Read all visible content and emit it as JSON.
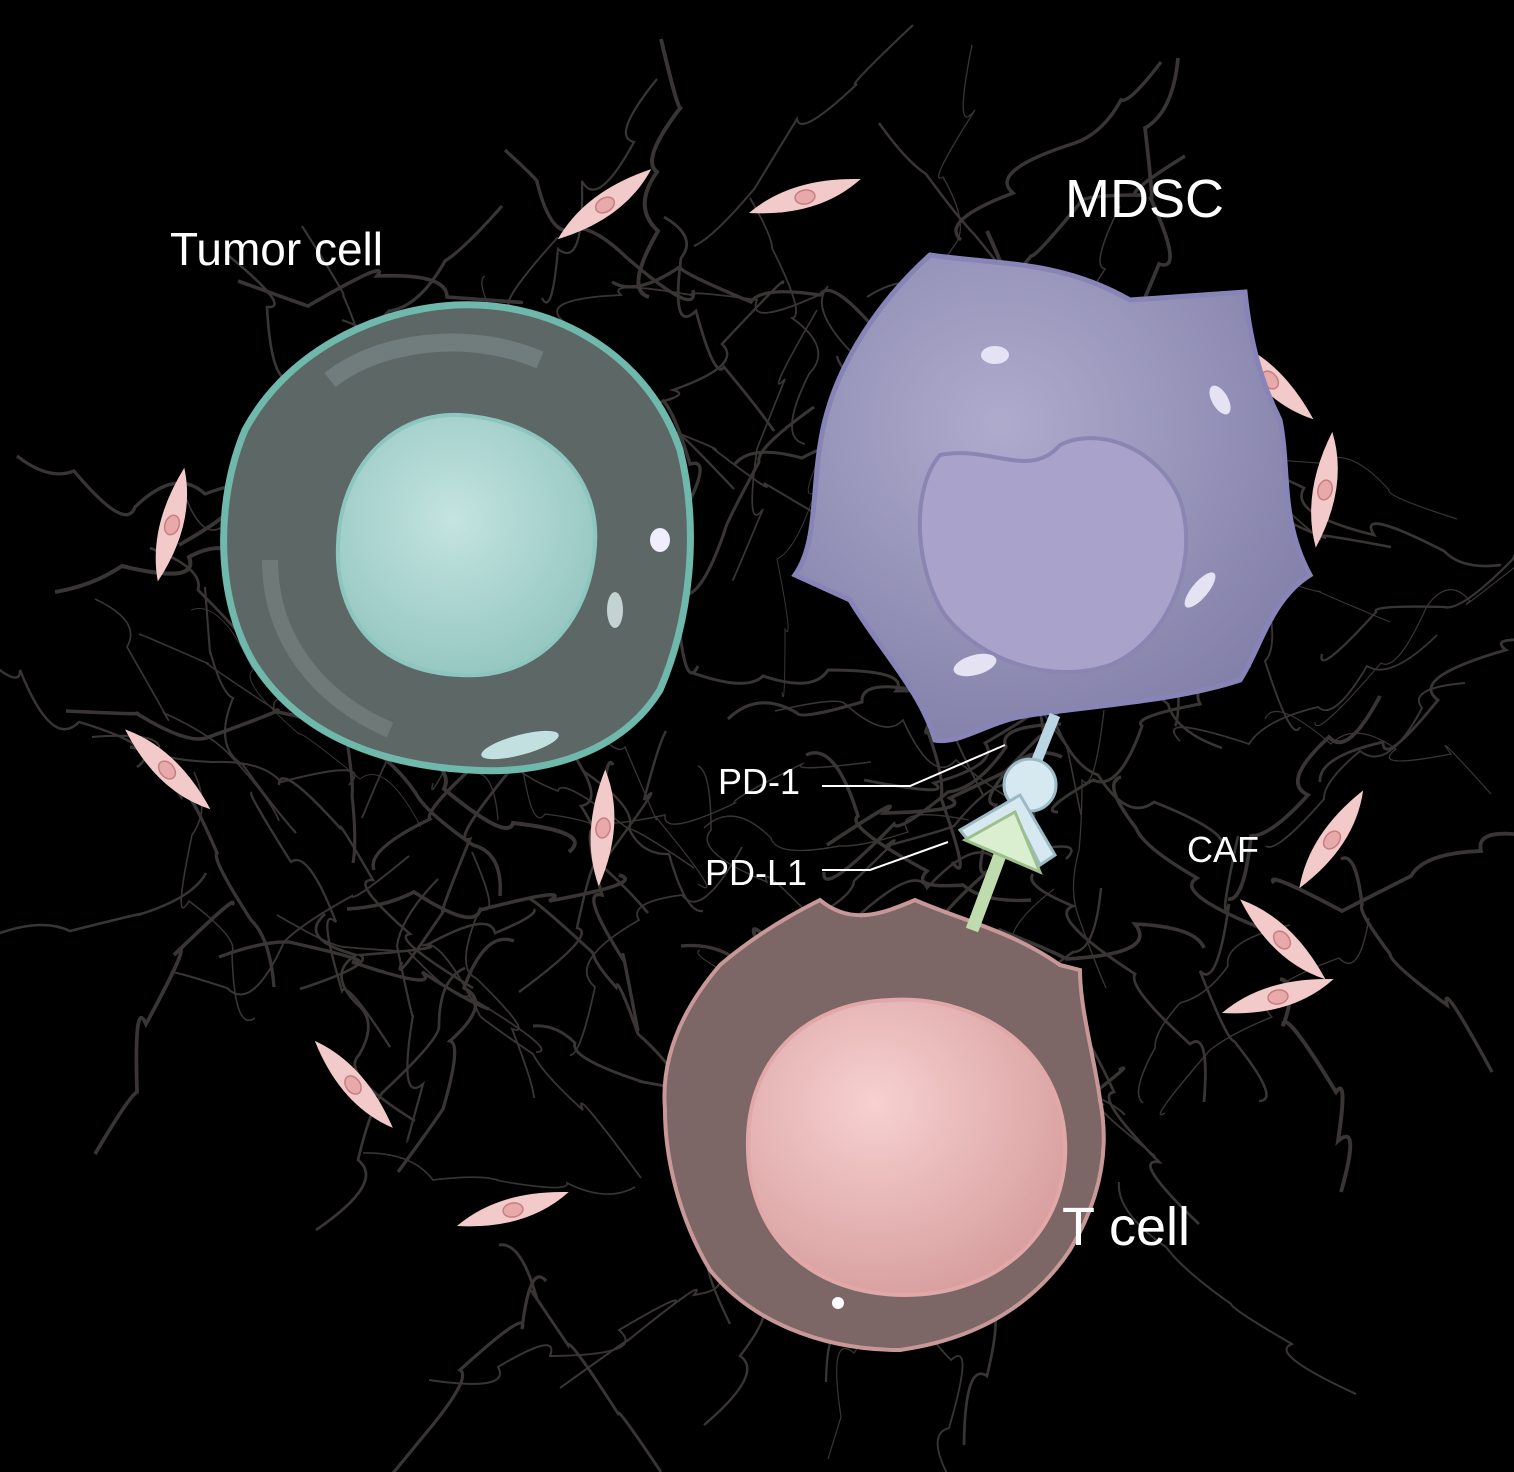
{
  "labels": {
    "tumor_cell": "Tumor cell",
    "mdsc": "MDSC",
    "pd1": "PD-1",
    "pdl1": "PD-L1",
    "caf": "CAF",
    "t_cell": "T cell"
  },
  "colors": {
    "background": "#000000",
    "tumor_membrane": "#6fb8ac",
    "tumor_nucleus": "#a9d3cf",
    "mdsc_body": "#9b98bd",
    "mdsc_nucleus": "#a9a3cc",
    "tcell_body": "#7d6666",
    "tcell_nucleus": "#eab3b3",
    "pd1": "#d6e8f0",
    "pdl1": "#d9efcf",
    "caf": "#f3caca",
    "fiber": "#3a3535"
  }
}
